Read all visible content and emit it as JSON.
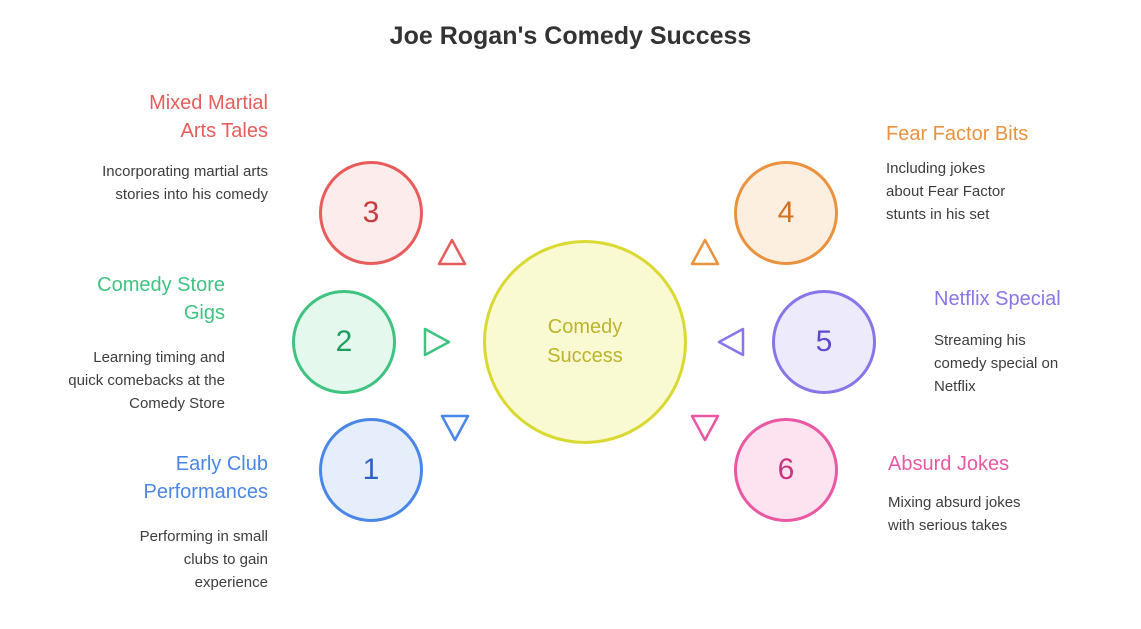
{
  "title": "Joe Rogan's Comedy Success",
  "center": {
    "label": "Comedy Success",
    "border_color": "#d9d932",
    "fill": "#f9f9d2",
    "text_color": "#bcb52b"
  },
  "items": [
    {
      "number": "1",
      "label": "Early Club Performances",
      "description": "Performing in small clubs to gain experience",
      "color": "#4a86e8",
      "fill": "#e6eefc",
      "number_color": "#2e62c8",
      "arrow_direction": "down"
    },
    {
      "number": "2",
      "label": "Comedy Store Gigs",
      "description": "Learning timing and quick comebacks at the Comedy Store",
      "color": "#3fc380",
      "fill": "#e4f8ee",
      "number_color": "#1e9e5f",
      "arrow_direction": "right"
    },
    {
      "number": "3",
      "label": "Mixed Martial Arts Tales",
      "description": "Incorporating martial arts stories into his comedy",
      "color": "#e85c5c",
      "fill": "#fdecec",
      "number_color": "#cc3b3b",
      "arrow_direction": "up"
    },
    {
      "number": "4",
      "label": "Fear Factor Bits",
      "description": "Including jokes about Fear Factor stunts in his set",
      "color": "#eb923e",
      "fill": "#fcefe0",
      "number_color": "#cf7221",
      "arrow_direction": "up"
    },
    {
      "number": "5",
      "label": "Netflix Special",
      "description": "Streaming his comedy special on Netflix",
      "color": "#8a75e8",
      "fill": "#edeafc",
      "number_color": "#6149cf",
      "arrow_direction": "left"
    },
    {
      "number": "6",
      "label": "Absurd Jokes",
      "description": "Mixing absurd jokes with serious takes",
      "color": "#ea57a3",
      "fill": "#fce3ef",
      "number_color": "#cc347f",
      "arrow_direction": "down"
    }
  ]
}
